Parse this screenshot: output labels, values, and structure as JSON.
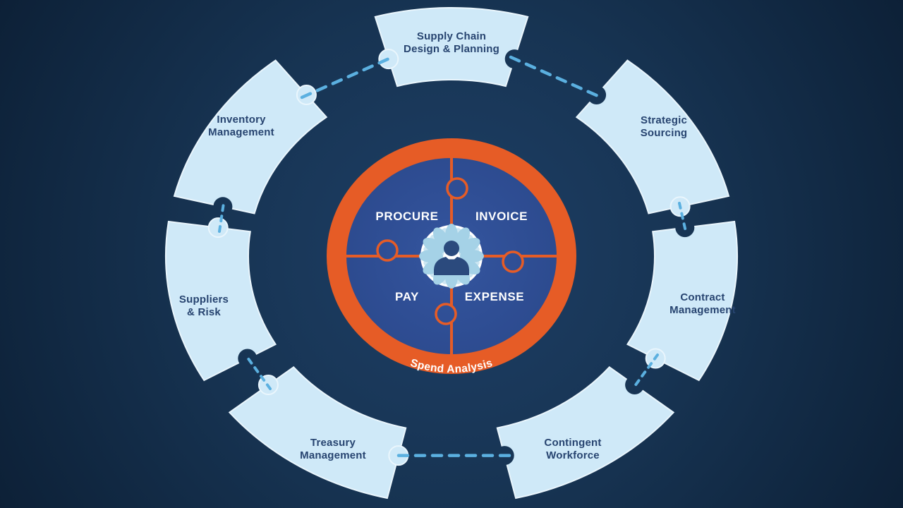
{
  "diagram": {
    "type": "process-cycle",
    "center": {
      "ring_label": "Spend Analysis",
      "quadrants": [
        {
          "label": "PROCURE"
        },
        {
          "label": "INVOICE"
        },
        {
          "label": "PAY"
        },
        {
          "label": "EXPENSE"
        }
      ],
      "icon": "person-in-flower-icon"
    },
    "outer_segments": [
      {
        "line1": "Supply Chain",
        "line2": "Design & Planning"
      },
      {
        "line1": "Strategic",
        "line2": "Sourcing"
      },
      {
        "line1": "Contract",
        "line2": "Management"
      },
      {
        "line1": "Contingent",
        "line2": "Workforce"
      },
      {
        "line1": "Treasury",
        "line2": "Management"
      },
      {
        "line1": "Suppliers",
        "line2": "& Risk"
      },
      {
        "line1": "Inventory",
        "line2": "Management"
      }
    ],
    "colors": {
      "background_center": "#1e3f66",
      "background_edge": "#0c1f35",
      "segment_fill": "#cfe9f8",
      "segment_text": "#274470",
      "ring_orange": "#e65c26",
      "quadrant_blue": "#2f4d94",
      "quadrant_text": "#ffffff",
      "dashed_line": "#5bb0e0",
      "icon_petals": "#a5d2e7",
      "icon_person": "#2b4a7d"
    }
  }
}
